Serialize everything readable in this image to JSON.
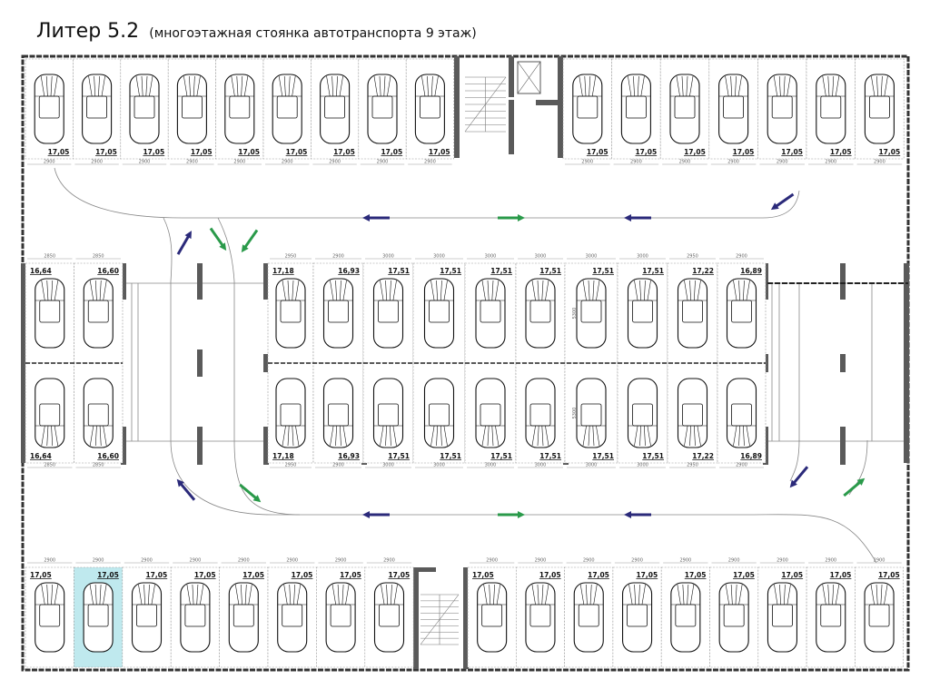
{
  "title": {
    "main": "Литер 5.2",
    "sub": "(многоэтажная стоянка автотранспорта 9 этаж)"
  },
  "colors": {
    "wall": "#5a5a5a",
    "highlight": "#bfe9ee",
    "arrow_blue": "#2b2a7a",
    "arrow_green": "#2a9a4a",
    "lane": "#888888"
  },
  "top_row": {
    "left": {
      "levels": [
        "17,05",
        "17,05",
        "17,05",
        "17,05",
        "17,05",
        "17,05",
        "17,05",
        "17,05",
        "17,05"
      ],
      "dims": [
        "2900",
        "2900",
        "2900",
        "2900",
        "2900",
        "2900",
        "2900",
        "2900",
        "2900"
      ]
    },
    "right": {
      "levels": [
        "17,05",
        "17,05",
        "17,05",
        "17,05",
        "17,05",
        "17,05",
        "17,05"
      ],
      "dims": [
        "2900",
        "2900",
        "2900",
        "2900",
        "2900",
        "2900",
        "2900"
      ]
    }
  },
  "middle_left": {
    "top_levels": [
      "16,64",
      "16,60"
    ],
    "bottom_levels": [
      "16,64",
      "16,60"
    ],
    "dims": [
      "2850",
      "2850"
    ]
  },
  "middle_block": {
    "top_levels": [
      "17,18",
      "16,93",
      "17,51",
      "17,51",
      "17,51",
      "17,51",
      "17,51",
      "17,51",
      "17,22",
      "16,89"
    ],
    "bottom_levels": [
      "17,18",
      "16,93",
      "17,51",
      "17,51",
      "17,51",
      "17,51",
      "17,51",
      "17,51",
      "17,22",
      "16,89"
    ],
    "dims": [
      "2950",
      "2900",
      "3000",
      "3000",
      "3000",
      "3000",
      "3000",
      "3000",
      "2950",
      "2900"
    ],
    "depth_dim": "5300"
  },
  "bottom_row": {
    "left": {
      "levels": [
        "17,05",
        "17,05",
        "17,05",
        "17,05",
        "17,05",
        "17,05",
        "17,05",
        "17,05"
      ],
      "dims": [
        "2900",
        "2900",
        "2900",
        "2900",
        "2900",
        "2900",
        "2900",
        "2900"
      ],
      "highlighted_index": 1
    },
    "right": {
      "levels": [
        "17,05",
        "17,05",
        "17,05",
        "17,05",
        "17,05",
        "17,05",
        "17,05",
        "17,05",
        "17,05"
      ],
      "dims": [
        "2900",
        "2900",
        "2900",
        "2900",
        "2900",
        "2900",
        "2900",
        "2900",
        "2900"
      ]
    }
  }
}
